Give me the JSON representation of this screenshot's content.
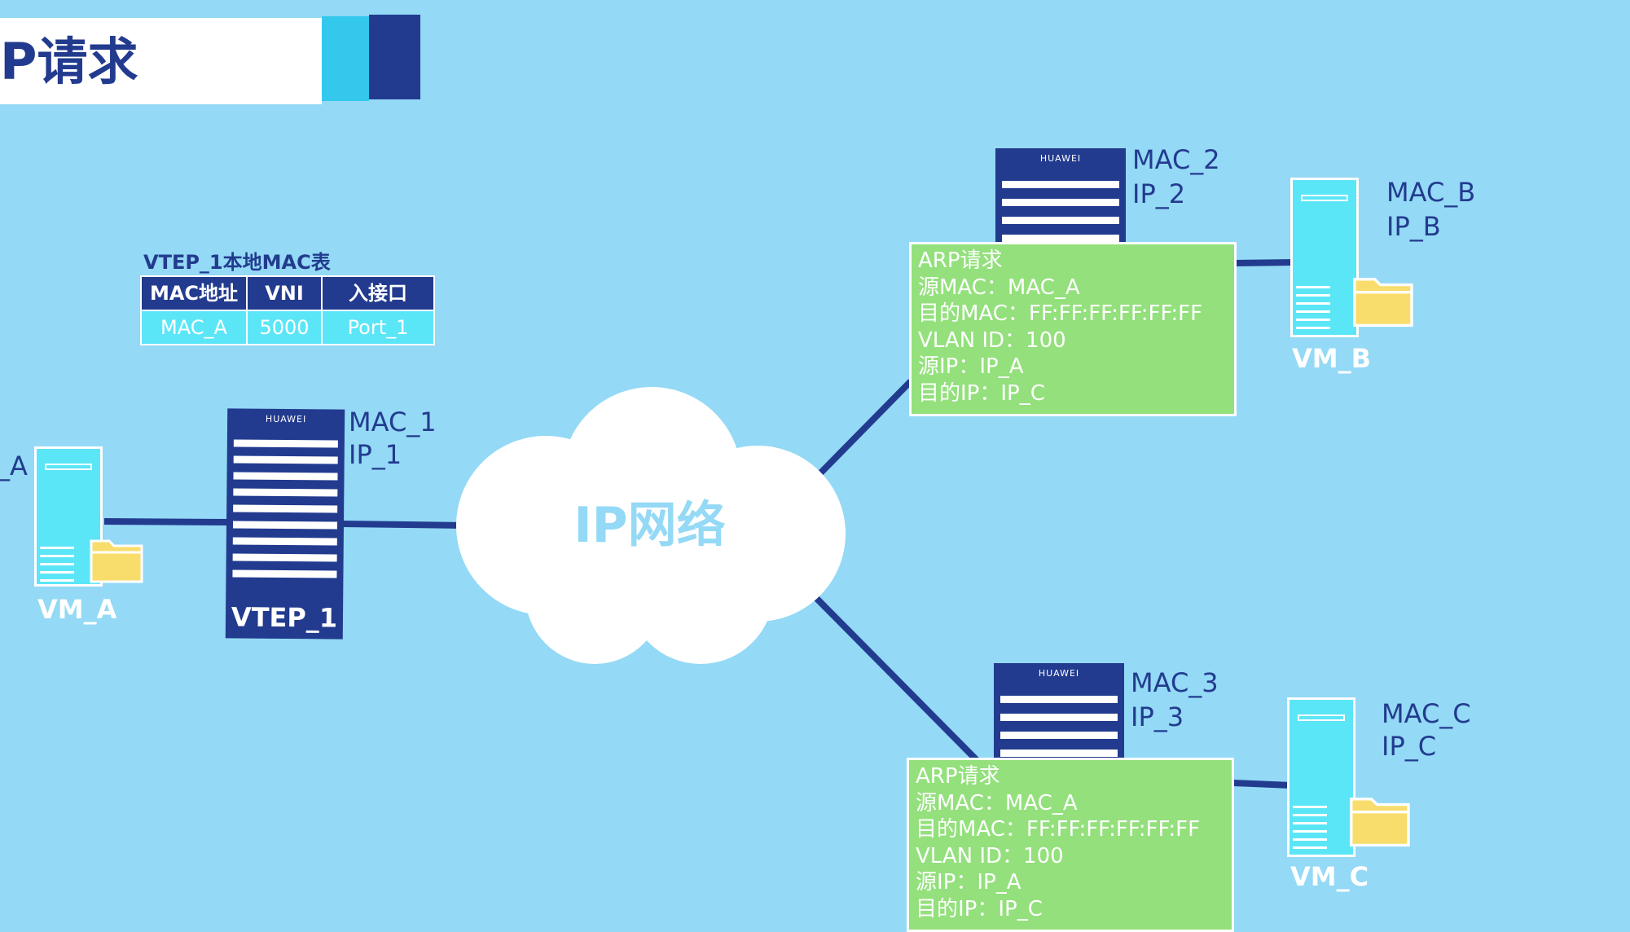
{
  "title": "P请求",
  "colors": {
    "background": "#94d9f5",
    "navy": "#223b8f",
    "cyan": "#33c8ec",
    "light_cyan": "#5be6f7",
    "green": "#93e07c",
    "folder_yellow": "#f8dd6c"
  },
  "cloud": {
    "label": "IP网络"
  },
  "mac_table": {
    "title": "VTEP_1本地MAC表",
    "headers": [
      "MAC地址",
      "VNI",
      "入接口"
    ],
    "rows": [
      [
        "MAC_A",
        "5000",
        "Port_1"
      ]
    ]
  },
  "vtep1": {
    "brand": "HUAWEI",
    "name": "VTEP_1",
    "mac": "MAC_1",
    "ip": "IP_1"
  },
  "vtep2": {
    "brand": "HUAWEI",
    "mac": "MAC_2",
    "ip": "IP_2"
  },
  "vtep3": {
    "brand": "HUAWEI",
    "mac": "MAC_3",
    "ip": "IP_3"
  },
  "vm_a": {
    "name": "VM_A",
    "mac_partial": "_A"
  },
  "vm_b": {
    "name": "VM_B",
    "mac": "MAC_B",
    "ip": "IP_B"
  },
  "vm_c": {
    "name": "VM_C",
    "mac": "MAC_C",
    "ip": "IP_C"
  },
  "arp_request_b": {
    "title": "ARP请求",
    "src_mac": "源MAC：MAC_A",
    "dst_mac": "目的MAC：FF:FF:FF:FF:FF:FF",
    "vlan": "VLAN ID：100",
    "src_ip": "源IP：IP_A",
    "dst_ip": "目的IP：IP_C"
  },
  "arp_request_c": {
    "title": "ARP请求",
    "src_mac": "源MAC：MAC_A",
    "dst_mac": "目的MAC：FF:FF:FF:FF:FF:FF",
    "vlan": "VLAN ID：100",
    "src_ip": "源IP：IP_A",
    "dst_ip": "目的IP：IP_C"
  }
}
